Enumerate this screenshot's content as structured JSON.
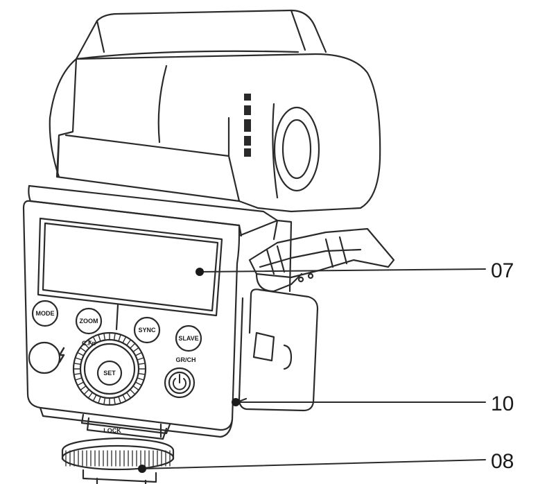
{
  "callouts": [
    {
      "id": "07"
    },
    {
      "id": "10"
    },
    {
      "id": "08"
    }
  ],
  "buttons": {
    "mode": "MODE",
    "zoom": "ZOOM",
    "zoom_sub": "C.Fn",
    "sync": "SYNC",
    "slave": "SLAVE",
    "slave_sub": "GR/CH",
    "set": "SET",
    "lock": "LOCK"
  },
  "colors": {
    "line": "#2a2a2a",
    "background": "#ffffff"
  }
}
